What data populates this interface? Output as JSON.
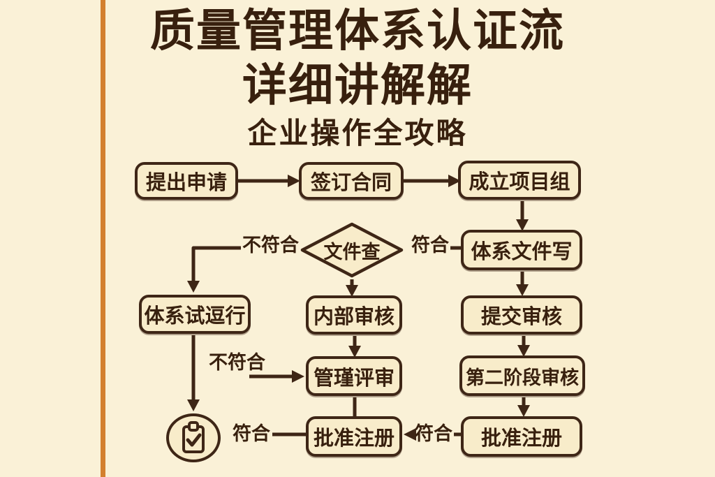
{
  "header": {
    "title_line1": "质量管理体系认证流",
    "title_line2": "详细讲解解",
    "subtitle": "企业操作全攻略"
  },
  "flowchart": {
    "nodes": {
      "apply": "提出申请",
      "contract": "签订合同",
      "team": "成立项目组",
      "doc_check": "文件查",
      "doc_write": "体系文件写",
      "trial_run": "体系试逗行",
      "internal_audit": "内部审核",
      "submit_review": "提交审核",
      "mgmt_review": "管瑾评审",
      "stage2_audit": "第二阶段审核",
      "approve_left": "批准注册",
      "approve_right": "批准注册"
    },
    "edge_labels": {
      "not_conform": "不符合",
      "conform": "符合"
    },
    "icons": {
      "done": "clipboard-check-icon"
    }
  },
  "colors": {
    "background": "#FAF1D7",
    "box_fill": "#F8ECCA",
    "outline": "#3E2616",
    "text": "#38200E",
    "accent_stripe": "#D3802F"
  }
}
